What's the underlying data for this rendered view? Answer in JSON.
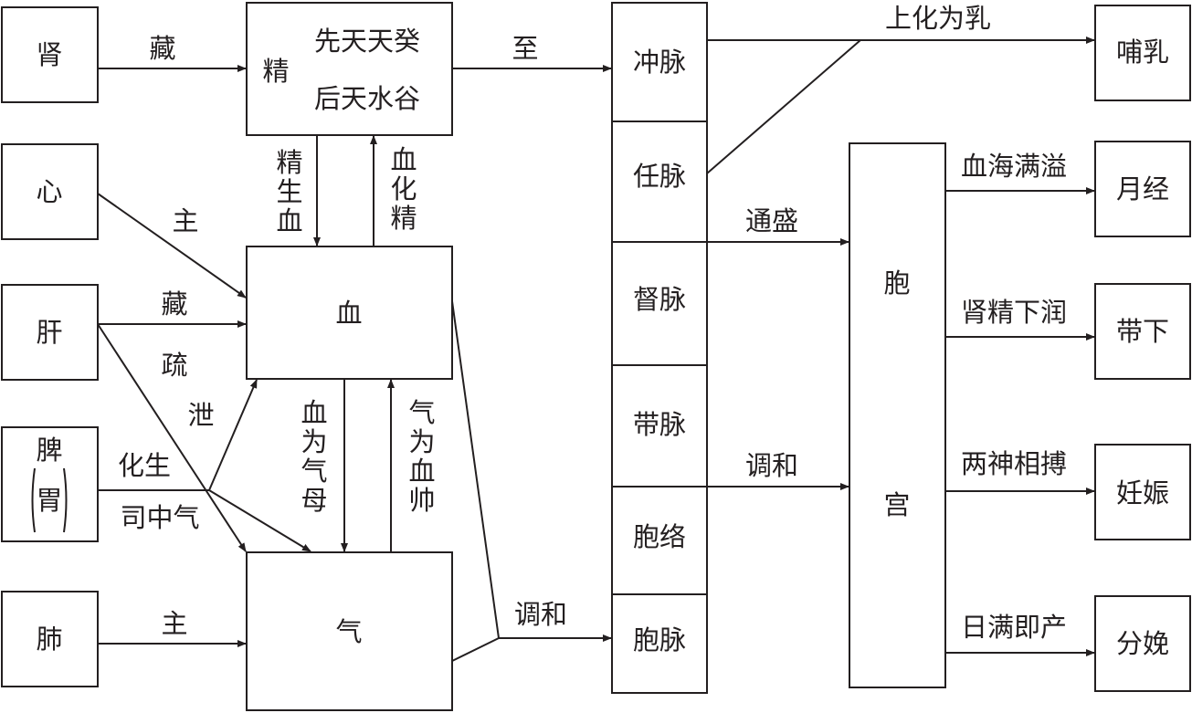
{
  "organs": {
    "kidney": "肾",
    "heart": "心",
    "liver": "肝",
    "spleen": "脾",
    "stomach": "胃",
    "lung": "肺"
  },
  "center": {
    "essence": "精",
    "prenatal": "先天天癸",
    "postnatal": "后天水谷",
    "blood": "血",
    "qi": "气"
  },
  "meridians": [
    "冲脉",
    "任脉",
    "督脉",
    "带脉",
    "胞络",
    "胞脉"
  ],
  "uterus": [
    "胞",
    "宫"
  ],
  "outcomes": {
    "lactation": "哺乳",
    "menses": "月经",
    "leukorrhea": "带下",
    "pregnancy": "妊娠",
    "childbirth": "分娩"
  },
  "labels": {
    "kidney_stores": "藏",
    "reach": "至",
    "essence_gen_blood": [
      "精",
      "生",
      "血"
    ],
    "blood_to_essence": [
      "血",
      "化",
      "精"
    ],
    "heart_governs": "主",
    "liver_stores": "藏",
    "smooth": "疏",
    "drain": "泄",
    "transform_gen": "化生",
    "control_middle_qi": "司中气",
    "lung_governs": "主",
    "blood_mother_qi": [
      "血",
      "为",
      "气",
      "母"
    ],
    "qi_command_blood": [
      "气",
      "为",
      "血",
      "帅"
    ],
    "harmonize_bottom": "调和",
    "transform_milk": "上化为乳",
    "flourish": "通盛",
    "harmonize_mid": "调和",
    "sea_overflow": "血海满溢",
    "kidney_moisten": "肾精下润",
    "spirits_combine": "两神相搏",
    "full_term": "日满即产"
  }
}
